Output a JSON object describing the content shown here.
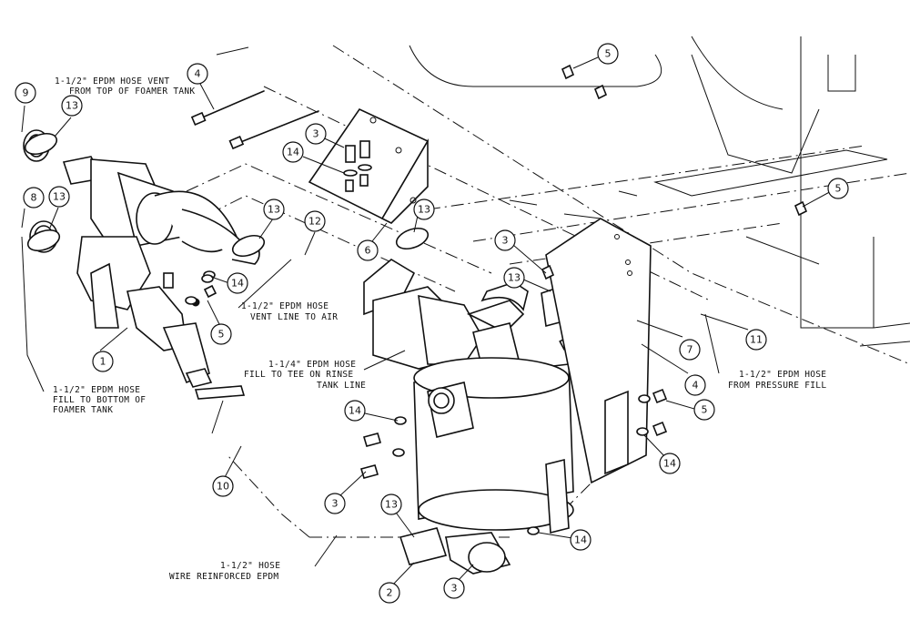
{
  "notes": {
    "vent_top": [
      "1-1/2\" EPDM HOSE VENT",
      "FROM TOP OF FOAMER TANK"
    ],
    "vent_air": [
      "1-1/2\" EPDM HOSE",
      "VENT LINE TO AIR"
    ],
    "fill_bottom": [
      "1-1/2\" EPDM HOSE",
      "FILL TO BOTTOM OF",
      "FOAMER TANK"
    ],
    "fill_tee": [
      "1-1/4\" EPDM HOSE",
      "FILL TO TEE ON RINSE",
      "TANK LINE"
    ],
    "pressure_fill": [
      "1-1/2\" EPDM HOSE",
      "FROM PRESSURE FILL"
    ],
    "wire_reinforced": [
      "1-1/2\" HOSE",
      "WIRE REINFORCED EPDM"
    ]
  },
  "callouts": [
    "9",
    "13",
    "8",
    "13",
    "4",
    "5",
    "3",
    "14",
    "13",
    "12",
    "14",
    "5",
    "1",
    "5",
    "11",
    "3",
    "13",
    "7",
    "4",
    "14",
    "3",
    "13",
    "10",
    "13",
    "3",
    "2",
    "5",
    "14",
    "14",
    "6"
  ]
}
